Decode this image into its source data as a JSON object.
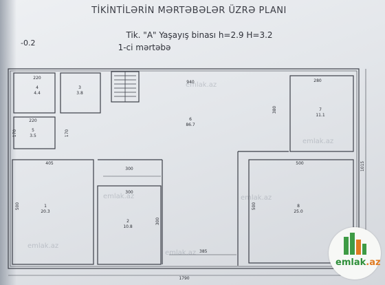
{
  "header": {
    "title": "TİKİNTİLƏRİN MƏRTƏBƏLƏR ÜZRƏ PLANI",
    "subtitle": "Tik. \"A\" Yaşayış binası h=2.9 H=3.2",
    "floor": "1-ci mərtəbə",
    "level": "-0.2"
  },
  "rooms": [
    {
      "id": "r4",
      "num": "4",
      "area": "4.4",
      "width": "220"
    },
    {
      "id": "r3",
      "num": "3",
      "area": "3.8",
      "width": ""
    },
    {
      "id": "r5",
      "num": "5",
      "area": "3.5",
      "width": "220"
    },
    {
      "id": "r6",
      "num": "6",
      "area": "86.7",
      "width": "940"
    },
    {
      "id": "r7",
      "num": "7",
      "area": "11.1",
      "width": "280"
    },
    {
      "id": "r1",
      "num": "1",
      "area": "20.3",
      "width": "405"
    },
    {
      "id": "r2",
      "num": "2",
      "area": "10.8",
      "width": "300"
    },
    {
      "id": "r8",
      "num": "8",
      "area": "25.0",
      "width": "500"
    }
  ],
  "dims": {
    "total_width": "1790",
    "total_height": "1015",
    "corridor": "300",
    "bottom_mid": "385",
    "side_a": "380",
    "side_b": "300",
    "side_c": "500",
    "side_d": "500",
    "side_e": "170",
    "side_f": "170"
  },
  "watermark": "emlak.az",
  "badge": {
    "brand": "emlak",
    "tld": ".az"
  }
}
